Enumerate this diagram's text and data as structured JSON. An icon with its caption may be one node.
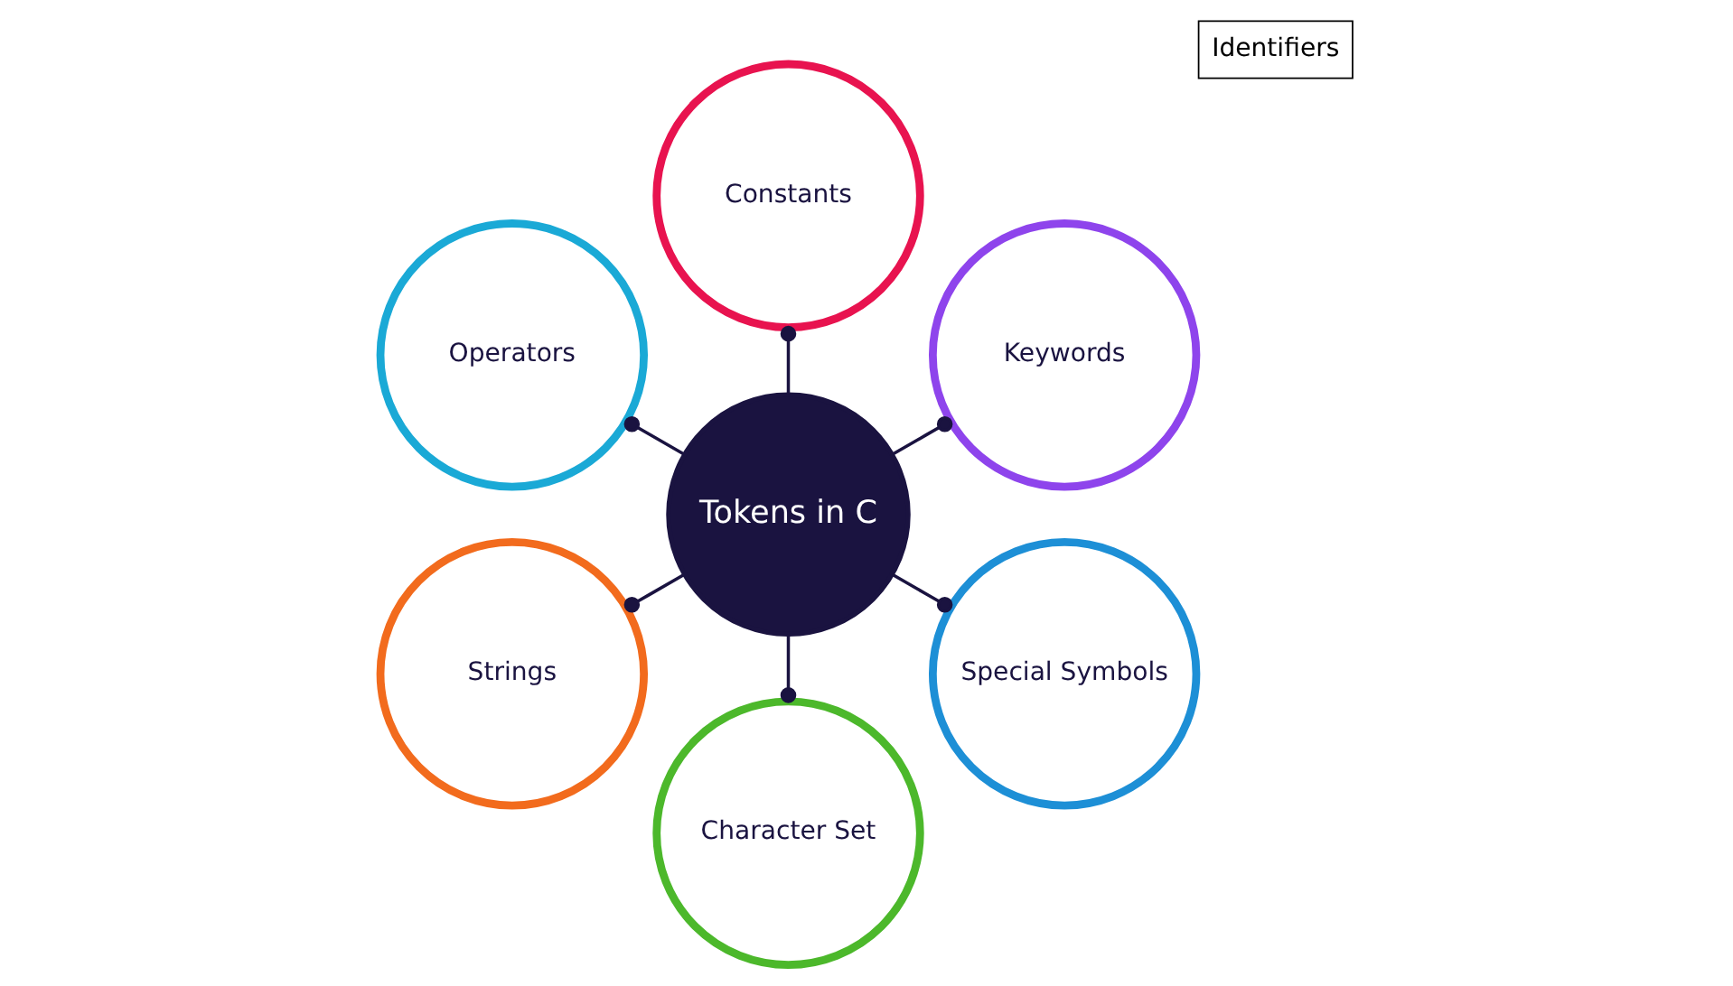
{
  "diagram": {
    "nodes": [
      {
        "text": [
          "Identifiers"
        ]
      },
      {
        "text": [
          "Keywords"
        ]
      },
      {
        "text": [
          "Constants"
        ]
      },
      {
        "text": [
          "Operators"
        ]
      },
      {
        "text": [
          "Tokens in C"
        ]
      },
      {
        "text": [
          "Strings"
        ]
      },
      {
        "text": [
          "Character Set"
        ]
      },
      {
        "text": [
          "Special Symbols"
        ]
      }
    ],
    "edges": [
      {
        "from": 4,
        "to": 1,
        "arrow": "other"
      },
      {
        "from": 4,
        "to": 2,
        "arrow": "other"
      },
      {
        "from": 4,
        "to": 3,
        "arrow": "other"
      },
      {
        "from": 4,
        "to": 5,
        "arrow": "other"
      },
      {
        "from": 4,
        "to": 6,
        "arrow": "other"
      },
      {
        "from": 4,
        "to": 7,
        "arrow": "other"
      }
    ]
  }
}
